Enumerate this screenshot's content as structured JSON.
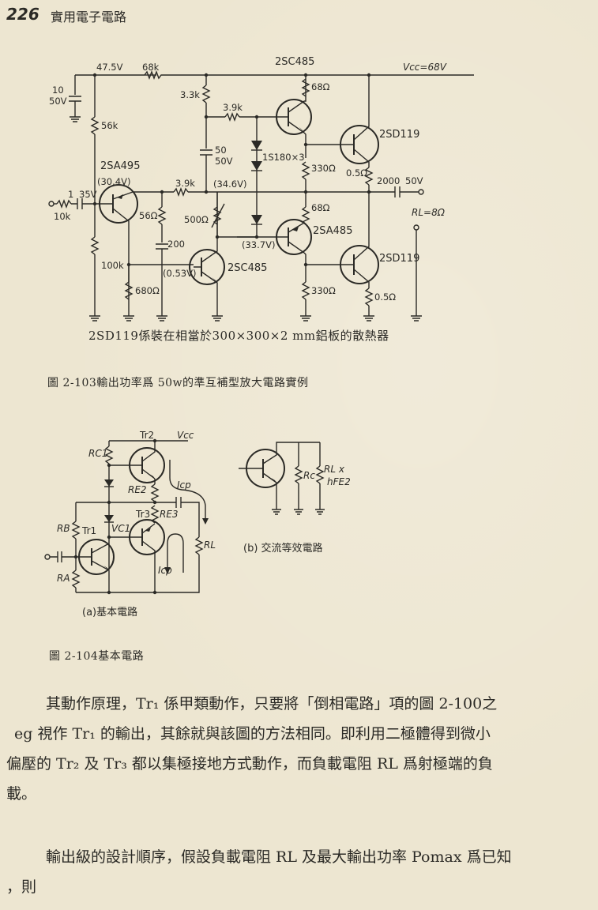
{
  "header": {
    "page_number": "226",
    "book_title": "實用電子電路"
  },
  "figure_103": {
    "caption": "圖 2-103輸出功率爲 50w的準互補型放大電路實例",
    "note": "2SD119係裝在相當於300×300×2 mm鋁板的散熱器",
    "labels": {
      "v_top_node": "47.5V",
      "r_68k": "68k",
      "cap_10": "10",
      "cap_10_v": "50V",
      "r_56k": "56k",
      "r_33k": "3.3k",
      "r_39k_a": "3.9k",
      "r_39k_b": "3.9k",
      "cap_50": "50",
      "cap_50_v": "50V",
      "diodes": "1S180×3",
      "tr_top_driver": "2SC485",
      "vcc": "Vcc=68V",
      "r_68_a": "68Ω",
      "r_330_a": "330Ω",
      "tr_top_out": "2SD119",
      "r_05_a": "0.5Ω",
      "cap_2000": "2000",
      "cap_2000_v": "50V",
      "rl": "RL=8Ω",
      "tr_input": "2SA495",
      "v_input_tr": "(30.4V)",
      "input_r": "10k",
      "input_c": "1",
      "input_c_v": "35V",
      "r_56": "56Ω",
      "v_346": "(34.6V)",
      "pot_500": "500Ω",
      "cap_200": "200",
      "v_337": "(33.7V)",
      "r_68_b": "68Ω",
      "tr_bot_driver": "2SA485",
      "r_100k": "100k",
      "tr_vas": "2SC485",
      "v_053": "(0.53V)",
      "r_680": "680Ω",
      "r_330_b": "330Ω",
      "tr_bot_out": "2SD119",
      "r_05_b": "0.5Ω"
    }
  },
  "figure_104": {
    "caption": "圖 2-104基本電路",
    "sub_a_caption": "(a)基本電路",
    "sub_b_caption": "(b) 交流等效電路",
    "labels_a": {
      "tr2": "Tr2",
      "vcc": "Vcc",
      "rc1": "RC1",
      "re2": "RE2",
      "icp_top": "Icp",
      "tr3": "Tr3",
      "re3": "RE3",
      "rb": "RB",
      "tr1": "Tr1",
      "vc1": "VC1",
      "rl": "RL",
      "icp_bot": "Icp",
      "ra": "RA"
    },
    "labels_b": {
      "rc": "Rc",
      "rl_x": "RL x",
      "hfe2": "hFE2"
    }
  },
  "body_text": {
    "para1_line1": "其動作原理，Tr₁ 係甲類動作，只要將「倒相電路」項的圖 2-100之",
    "para1_line2": "eg  視作 Tr₁ 的輸出，其餘就與該圖的方法相同。即利用二極體得到微小",
    "para1_line3": "偏壓的 Tr₂ 及 Tr₃ 都以集極接地方式動作，而負載電阻 RL  爲射極端的負",
    "para1_line4": "載。",
    "para2_line1": "輸出級的設計順序，假設負載電阻 RL  及最大輸出功率 Pomax 爲已知",
    "para2_line2": "，則"
  }
}
